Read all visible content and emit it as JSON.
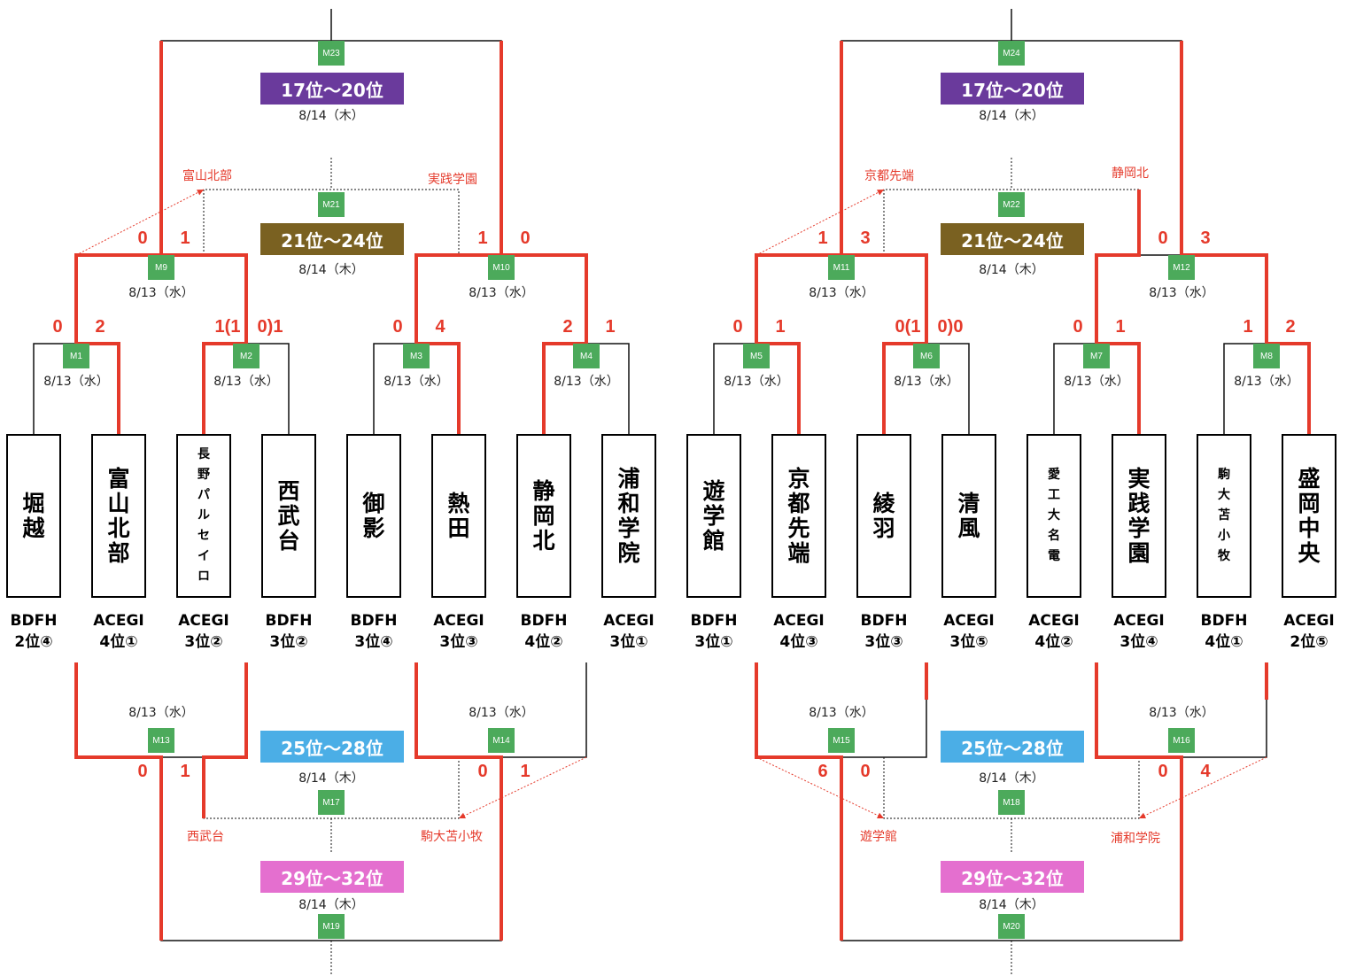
{
  "colors": {
    "win_line": "#e53a2b",
    "match_box": "#4caa5b",
    "rank_17_20": "#6a3a9c",
    "rank_21_24": "#7a6121",
    "rank_25_28": "#4baee6",
    "rank_29_32": "#e46fcf"
  },
  "teams": [
    {
      "name": "堀越",
      "seed": [
        "BDFH",
        "2位④"
      ]
    },
    {
      "name": "富山北部",
      "seed": [
        "ACEGI",
        "4位①"
      ]
    },
    {
      "name": "長野パルセイロ",
      "seed": [
        "ACEGI",
        "3位②"
      ]
    },
    {
      "name": "西武台",
      "seed": [
        "BDFH",
        "3位②"
      ]
    },
    {
      "name": "御影",
      "seed": [
        "BDFH",
        "3位④"
      ]
    },
    {
      "name": "熱田",
      "seed": [
        "ACEGI",
        "3位③"
      ]
    },
    {
      "name": "静岡北",
      "seed": [
        "BDFH",
        "4位②"
      ]
    },
    {
      "name": "浦和学院",
      "seed": [
        "ACEGI",
        "3位①"
      ]
    },
    {
      "name": "遊学館",
      "seed": [
        "BDFH",
        "3位①"
      ]
    },
    {
      "name": "京都先端",
      "seed": [
        "ACEGI",
        "4位③"
      ]
    },
    {
      "name": "綾羽",
      "seed": [
        "BDFH",
        "3位③"
      ]
    },
    {
      "name": "清風",
      "seed": [
        "ACEGI",
        "3位⑤"
      ]
    },
    {
      "name": "愛工大名電",
      "seed": [
        "ACEGI",
        "4位②"
      ]
    },
    {
      "name": "実践学園",
      "seed": [
        "ACEGI",
        "3位④"
      ]
    },
    {
      "name": "駒大苫小牧",
      "seed": [
        "BDFH",
        "4位①"
      ]
    },
    {
      "name": "盛岡中央",
      "seed": [
        "ACEGI",
        "2位⑤"
      ]
    }
  ],
  "matches": [
    {
      "id": "M1",
      "date": "8/13（水）"
    },
    {
      "id": "M2",
      "date": "8/13（水）"
    },
    {
      "id": "M3",
      "date": "8/13（水）"
    },
    {
      "id": "M4",
      "date": "8/13（水）"
    },
    {
      "id": "M5",
      "date": "8/13（水）"
    },
    {
      "id": "M6",
      "date": "8/13（水）"
    },
    {
      "id": "M7",
      "date": "8/13（水）"
    },
    {
      "id": "M8",
      "date": "8/13（水）"
    },
    {
      "id": "M9",
      "date": "8/13（水）"
    },
    {
      "id": "M10",
      "date": "8/13（水）"
    },
    {
      "id": "M11",
      "date": "8/13（水）"
    },
    {
      "id": "M12",
      "date": "8/13（水）"
    },
    {
      "id": "M13",
      "date": "8/13（水）"
    },
    {
      "id": "M14",
      "date": "8/13（水）"
    },
    {
      "id": "M15",
      "date": "8/13（水）"
    },
    {
      "id": "M16",
      "date": "8/13（水）"
    },
    {
      "id": "M17",
      "date": "8/14（木）"
    },
    {
      "id": "M18",
      "date": "8/14（木）"
    },
    {
      "id": "M19",
      "date": "8/14（木）"
    },
    {
      "id": "M20",
      "date": "8/14（木）"
    },
    {
      "id": "M21",
      "date": "8/14（木）"
    },
    {
      "id": "M22",
      "date": "8/14（木）"
    },
    {
      "id": "M23",
      "date": "8/14（木）"
    },
    {
      "id": "M24",
      "date": "8/14（木）"
    }
  ],
  "rank_bands": {
    "r17_20": "17位～20位",
    "r21_24": "21位～24位",
    "r25_28": "25位～28位",
    "r29_32": "29位～32位"
  },
  "scores": {
    "M1": [
      "0",
      "2"
    ],
    "M2": [
      "1(1",
      "0)1"
    ],
    "M3": [
      "0",
      "4"
    ],
    "M4": [
      "2",
      "1"
    ],
    "M5": [
      "0",
      "1"
    ],
    "M6": [
      "0(1",
      "0)0"
    ],
    "M7": [
      "0",
      "1"
    ],
    "M8": [
      "1",
      "2"
    ],
    "M9": [
      "0",
      "1"
    ],
    "M10": [
      "1",
      "0"
    ],
    "M11": [
      "1",
      "3"
    ],
    "M12": [
      "0",
      "3"
    ],
    "M13": [
      "0",
      "1"
    ],
    "M14": [
      "0",
      "1"
    ],
    "M15": [
      "6",
      "0"
    ],
    "M16": [
      "0",
      "4"
    ]
  },
  "notes": {
    "left_top_l": "富山北部",
    "left_top_r": "実践学園",
    "left_bot_l": "西武台",
    "left_bot_r": "駒大苫小牧",
    "right_top_l": "京都先端",
    "right_top_r": "静岡北",
    "right_bot_l": "遊学館",
    "right_bot_r": "浦和学院"
  }
}
